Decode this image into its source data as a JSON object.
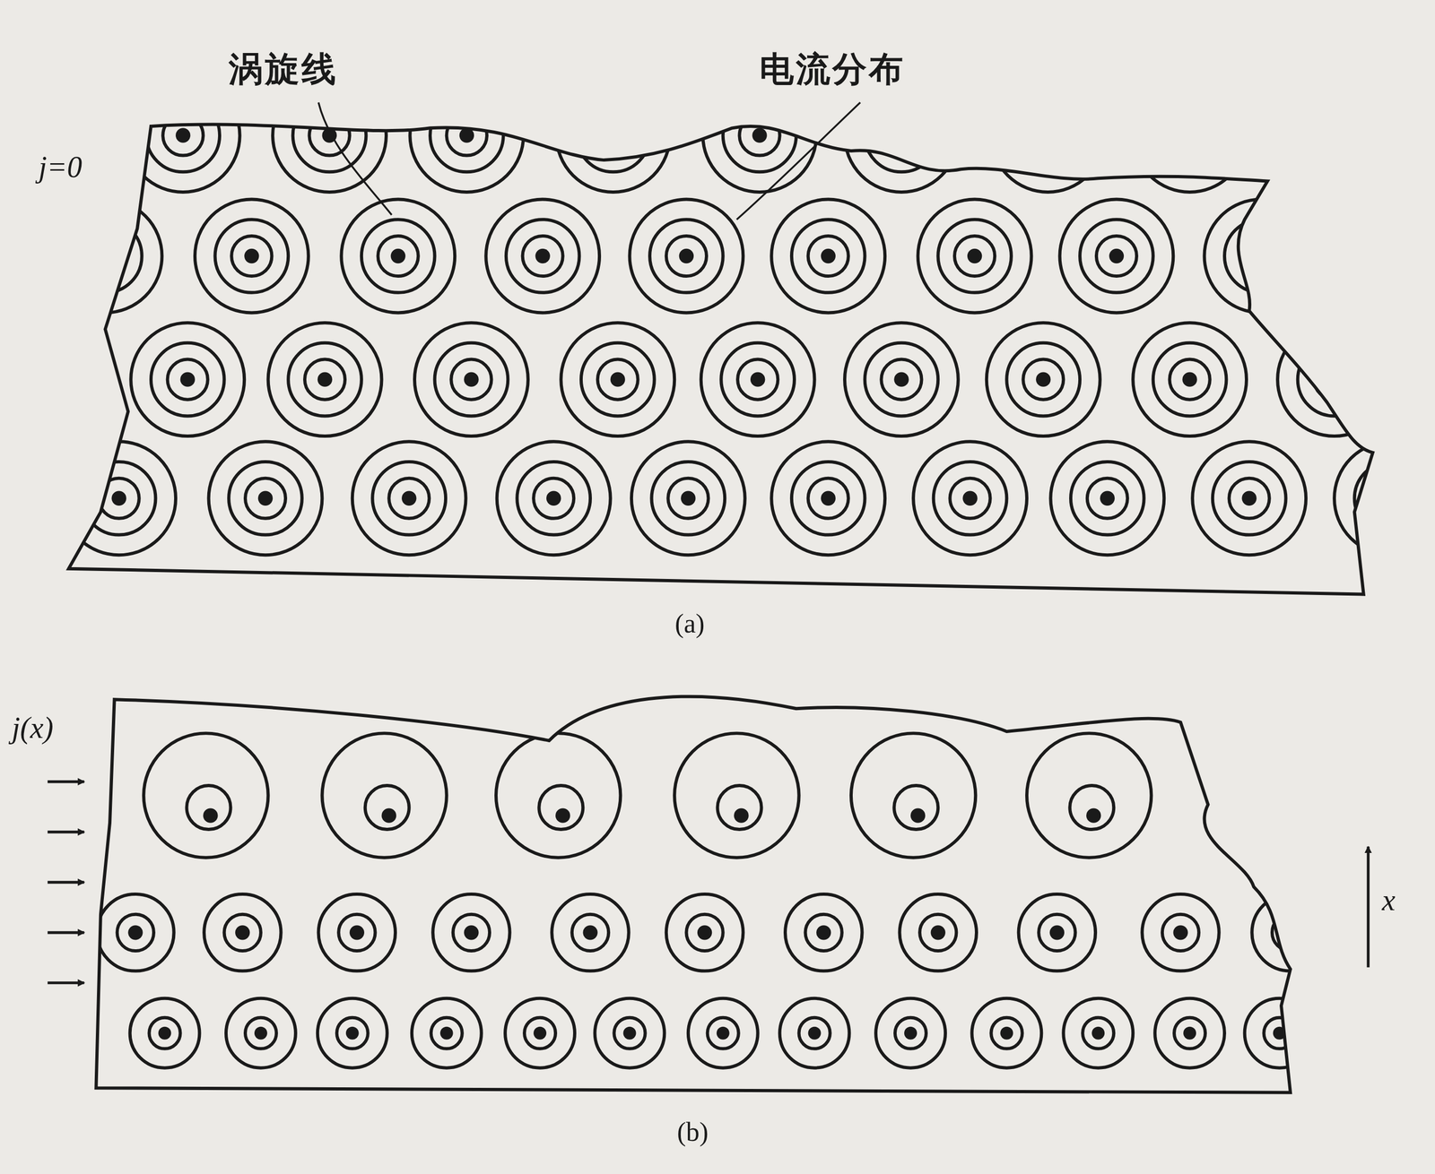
{
  "diagram": {
    "labels": [
      "涡旋线",
      "电流分布",
      "j=0",
      "(a)",
      "j(x)",
      "x",
      "(b)"
    ]
  }
}
